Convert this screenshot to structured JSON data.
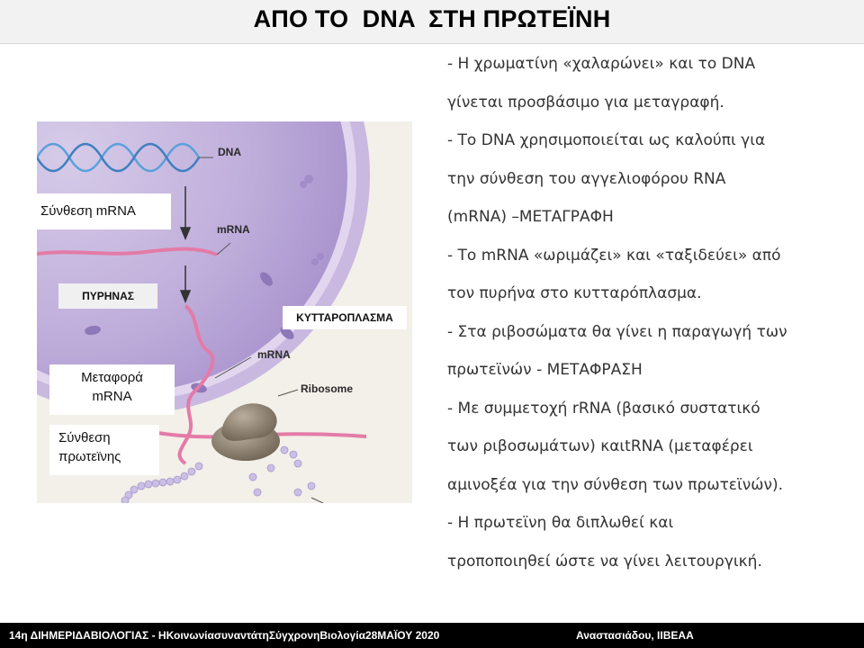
{
  "title": "ΑΠΟ ΤΟ  DNA  ΣΤΗ ΠΡΩΤΕΪΝΗ",
  "figure": {
    "labels": {
      "synthesis_mrna": "Σύνθεση mRNA",
      "nucleus": "ΠΥΡΗΝΑΣ",
      "cytoplasm": "ΚΥΤΤΑΡΟΠΛΑΣΜΑ",
      "transport_line1": "Μεταφορά",
      "transport_line2": "mRNA",
      "protein_line1": "Σύνθεση",
      "protein_line2": "πρωτεϊνης"
    },
    "tags": {
      "dna": "DNA",
      "mrna_nucleus": "mRNA",
      "mrna_cytoplasm": "mRNA",
      "ribosome": "Ribosome"
    }
  },
  "bullets": [
    "- Η χρωματίνη «χαλαρώνει» και το DNA",
    "γίνεται προσβάσιμο για μεταγραφή.",
    "- Το DNA χρησιμοποιείται ως καλούπι για",
    "την σύνθεση του αγγελιοφόρου RNA",
    "(mRNA) –ΜΕΤΑΓΡΑΦΗ",
    "- Το mRNA «ωριμάζει» και «ταξιδεύει» από",
    "τον πυρήνα στο κυτταρόπλασμα.",
    "- Στα ριβοσώματα θα γίνει η παραγωγή των",
    "πρωτεϊνών - ΜΕΤΑΦΡΑΣΗ",
    "- Με συμμετοχή rRNA (βασικό συστατικό",
    "των ριβοσωμάτων) καιtRNA (μεταφέρει",
    "αμινοξέα για την σύνθεση των πρωτεϊνών).",
    "- Η πρωτεϊνη θα διπλωθεί και",
    "τροποποιηθεί ώστε να γίνει λειτουργική."
  ],
  "footer": {
    "left": "14η ΔΙΗΜΕΡΙΔΑΒΙΟΛΟΓΙΑΣ - ΗΚοινωνίασυναντάτηΣύγχρονηΒιολογία28ΜΑΪΟΥ 2020",
    "right": "Αναστασιάδου, ΙΙΒΕΑΑ"
  },
  "colors": {
    "title_bar": "#f2f2f2",
    "nucleus_fill": "#b9a6d6",
    "nuclear_envelope": "#9c86c4",
    "dna": "#5aa0dc",
    "mrna": "#e37ba7",
    "ribosome": "#8b7f6e",
    "amino_chain": "#cbbfe6",
    "footer_bg": "#000000"
  }
}
